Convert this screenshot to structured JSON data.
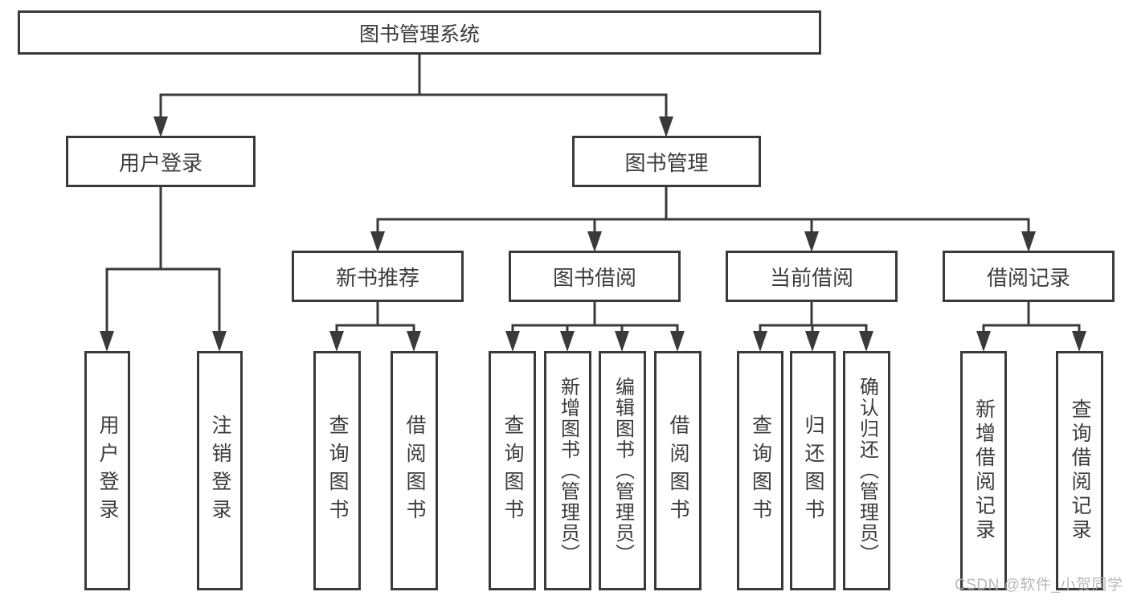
{
  "diagram": {
    "root": {
      "label": "图书管理系统"
    },
    "branches": [
      {
        "label": "用户登录",
        "children": [
          {
            "label": "用户登录"
          },
          {
            "label": "注销登录"
          }
        ]
      },
      {
        "label": "图书管理",
        "children": [
          {
            "label": "新书推荐",
            "children": [
              {
                "label": "查询图书"
              },
              {
                "label": "借阅图书"
              }
            ]
          },
          {
            "label": "图书借阅",
            "children": [
              {
                "label": "查询图书"
              },
              {
                "label": "新增图书（管理员）"
              },
              {
                "label": "编辑图书（管理员）"
              },
              {
                "label": "借阅图书"
              }
            ]
          },
          {
            "label": "当前借阅",
            "children": [
              {
                "label": "查询图书"
              },
              {
                "label": "归还图书"
              },
              {
                "label": "确认归还（管理员）"
              }
            ]
          },
          {
            "label": "借阅记录",
            "children": [
              {
                "label": "新增借阅记录"
              },
              {
                "label": "查询借阅记录"
              }
            ]
          }
        ]
      }
    ],
    "watermark": "CSDN @软件_小贺同学",
    "colors": {
      "line": "#3a3a3a",
      "text": "#3c3c3c",
      "background": "#ffffff",
      "watermark": "#b3b3b3"
    }
  }
}
